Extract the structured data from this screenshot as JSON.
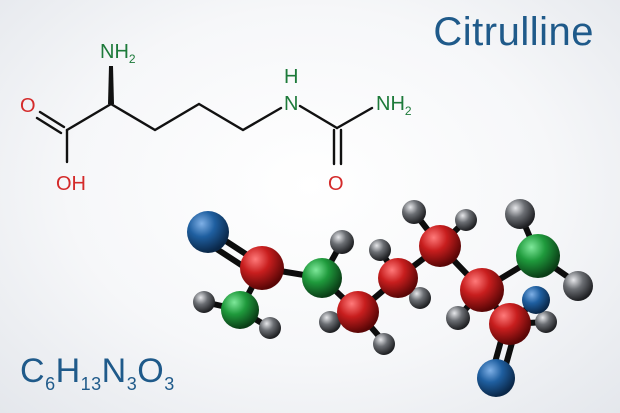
{
  "title": "Citrulline",
  "formula": [
    {
      "el": "C",
      "n": "6"
    },
    {
      "el": "H",
      "n": "13"
    },
    {
      "el": "N",
      "n": "3"
    },
    {
      "el": "O",
      "n": "3"
    }
  ],
  "structure_labels": {
    "amine_top": {
      "main": "NH",
      "sub": "2"
    },
    "carbonyl_o_left": "O",
    "hydroxyl": "OH",
    "imine_nh": {
      "main": "N",
      "top": "H"
    },
    "amine_right": {
      "main": "NH",
      "sub": "2"
    },
    "carbonyl_o_bottom": "O"
  },
  "colors": {
    "text_blue": "#1f5a8a",
    "oxygen_red": "#d42a2a",
    "nitrogen_green": "#1d7a3a",
    "bond_black": "#111111",
    "ball_red": "#c81e1e",
    "ball_green": "#1f9a3c",
    "ball_blue": "#1f5fa0",
    "ball_gray": "#6b6e73"
  }
}
